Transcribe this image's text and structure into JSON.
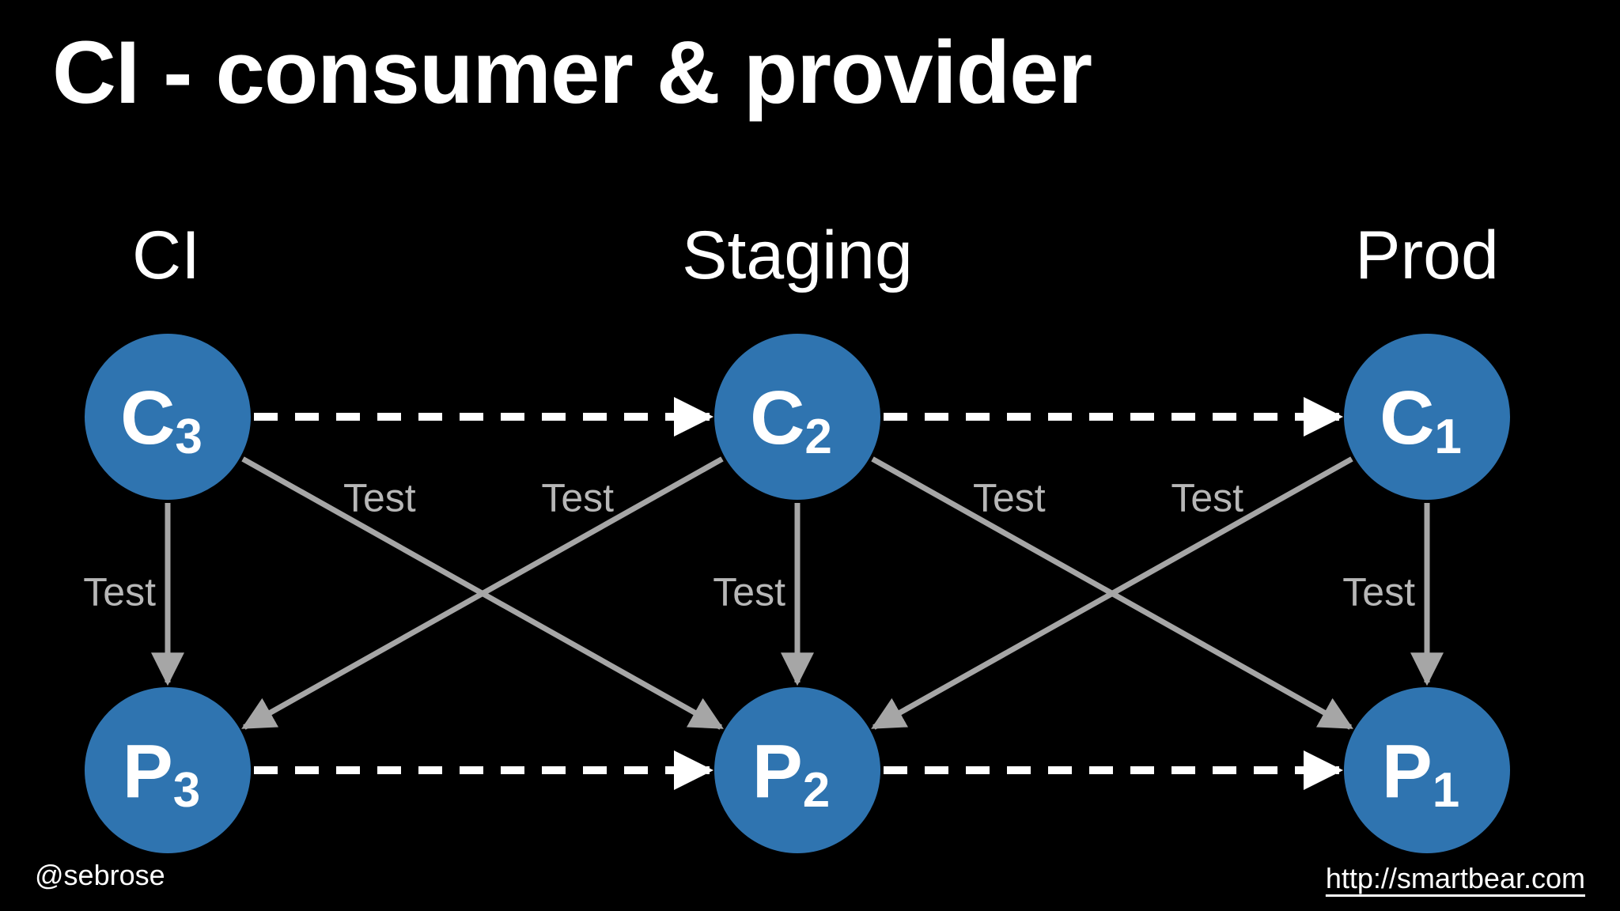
{
  "title": "CI - consumer & provider",
  "columns": [
    {
      "id": "ci",
      "label": "CI"
    },
    {
      "id": "staging",
      "label": "Staging"
    },
    {
      "id": "prod",
      "label": "Prod"
    }
  ],
  "nodes": [
    {
      "id": "c3",
      "letter": "C",
      "sub": "3",
      "column": "ci",
      "row": "consumer"
    },
    {
      "id": "c2",
      "letter": "C",
      "sub": "2",
      "column": "staging",
      "row": "consumer"
    },
    {
      "id": "c1",
      "letter": "C",
      "sub": "1",
      "column": "prod",
      "row": "consumer"
    },
    {
      "id": "p3",
      "letter": "P",
      "sub": "3",
      "column": "ci",
      "row": "provider"
    },
    {
      "id": "p2",
      "letter": "P",
      "sub": "2",
      "column": "staging",
      "row": "provider"
    },
    {
      "id": "p1",
      "letter": "P",
      "sub": "1",
      "column": "prod",
      "row": "provider"
    }
  ],
  "edges": [
    {
      "from": "c3",
      "to": "c2",
      "style": "dashed",
      "label": ""
    },
    {
      "from": "c2",
      "to": "c1",
      "style": "dashed",
      "label": ""
    },
    {
      "from": "p3",
      "to": "p2",
      "style": "dashed",
      "label": ""
    },
    {
      "from": "p2",
      "to": "p1",
      "style": "dashed",
      "label": ""
    },
    {
      "from": "c3",
      "to": "p3",
      "style": "solid",
      "label": "Test"
    },
    {
      "from": "c3",
      "to": "p2",
      "style": "solid",
      "label": "Test"
    },
    {
      "from": "c2",
      "to": "p3",
      "style": "solid",
      "label": "Test"
    },
    {
      "from": "c2",
      "to": "p2",
      "style": "solid",
      "label": "Test"
    },
    {
      "from": "c2",
      "to": "p1",
      "style": "solid",
      "label": "Test"
    },
    {
      "from": "c1",
      "to": "p2",
      "style": "solid",
      "label": "Test"
    },
    {
      "from": "c1",
      "to": "p1",
      "style": "solid",
      "label": "Test"
    }
  ],
  "colors": {
    "background": "#000000",
    "node_fill": "#2f74b0",
    "dashed_arrow": "#ffffff",
    "test_arrow": "#a6a6a6",
    "test_label": "#b7b7b7"
  },
  "footer": {
    "handle": "@sebrose",
    "url": "http://smartbear.com"
  }
}
